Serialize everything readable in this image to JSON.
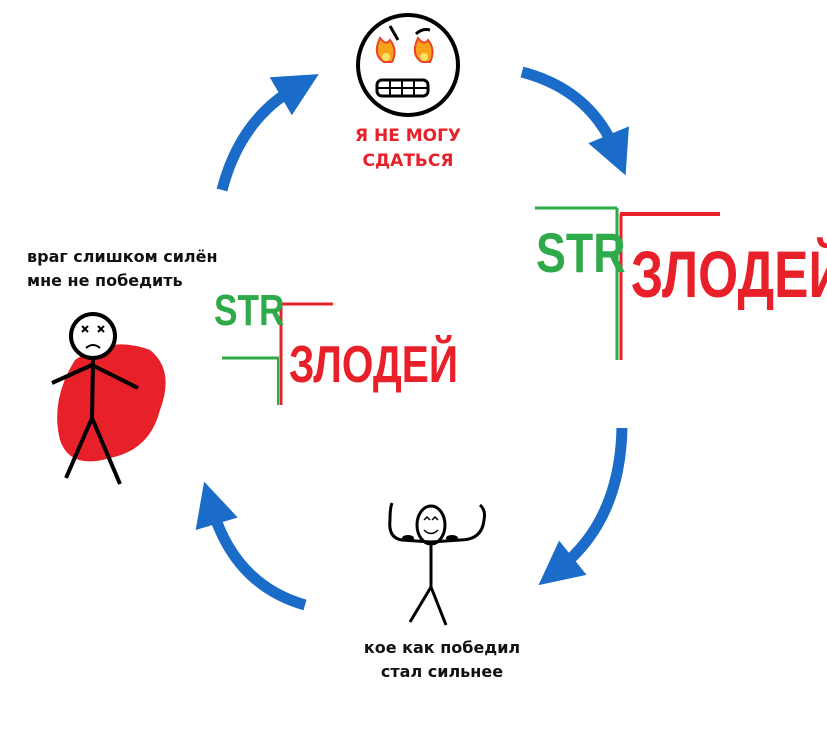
{
  "top": {
    "caption_line1": "Я НЕ МОГУ",
    "caption_line2": "СДАТЬСЯ"
  },
  "left": {
    "caption_line1": "враг слишком силён",
    "caption_line2": "мне не победить"
  },
  "bottom": {
    "caption_line1": "кое как победил",
    "caption_line2": "стал сильнее"
  },
  "comparison_small": {
    "hero_label": "STR",
    "villain_label": "ЗЛОДЕЙ"
  },
  "comparison_big": {
    "hero_label": "STR",
    "villain_label": "ЗЛОДЕЙ"
  },
  "colors": {
    "arrow": "#1a6cc8",
    "hero": "#2eaa4a",
    "villain": "#e8202a",
    "blood": "#e8202a"
  }
}
